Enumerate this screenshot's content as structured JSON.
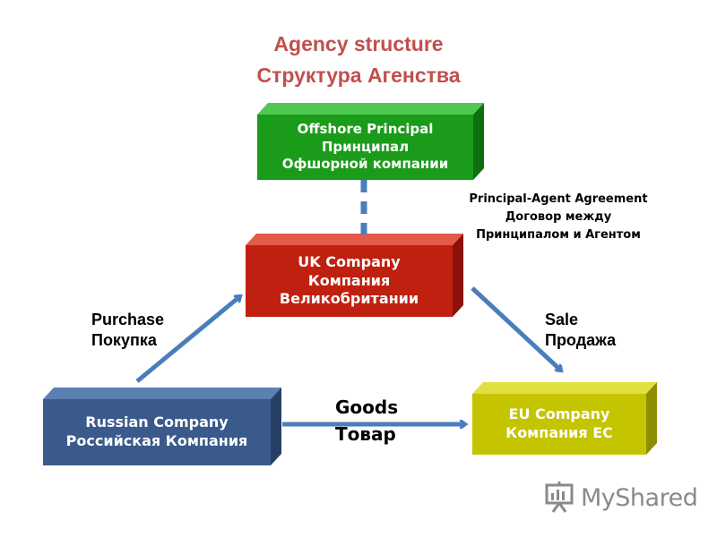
{
  "title": {
    "line1": "Agency structure",
    "line2": "Структура Агенства"
  },
  "boxes": {
    "offshore": {
      "line1": "Offshore Principal",
      "line2": "Принципал",
      "line3": "Офшорной компании",
      "color": "#1a9b1a"
    },
    "uk": {
      "line1": "UK Company",
      "line2": "Компания",
      "line3": "Великобритании",
      "color": "#c0200f"
    },
    "russian": {
      "line1": "Russian Company",
      "line2": "Российская Компания",
      "color": "#3a5a8c"
    },
    "eu": {
      "line1": "EU Company",
      "line2": "Компания ЕС",
      "color": "#c4c400"
    }
  },
  "labels": {
    "agreement": {
      "line1": "Principal-Agent Agreement",
      "line2": "Договор между",
      "line3": "Принципалом и Агентом"
    },
    "purchase": {
      "line1": "Purchase",
      "line2": "Покупка"
    },
    "sale": {
      "line1": "Sale",
      "line2": "Продажа"
    },
    "goods": {
      "line1": "Goods",
      "line2": "Товар"
    }
  },
  "arrow_color": "#4a7ebb",
  "logo": {
    "text": "MyShared",
    "icon": "presentation-board-icon"
  }
}
